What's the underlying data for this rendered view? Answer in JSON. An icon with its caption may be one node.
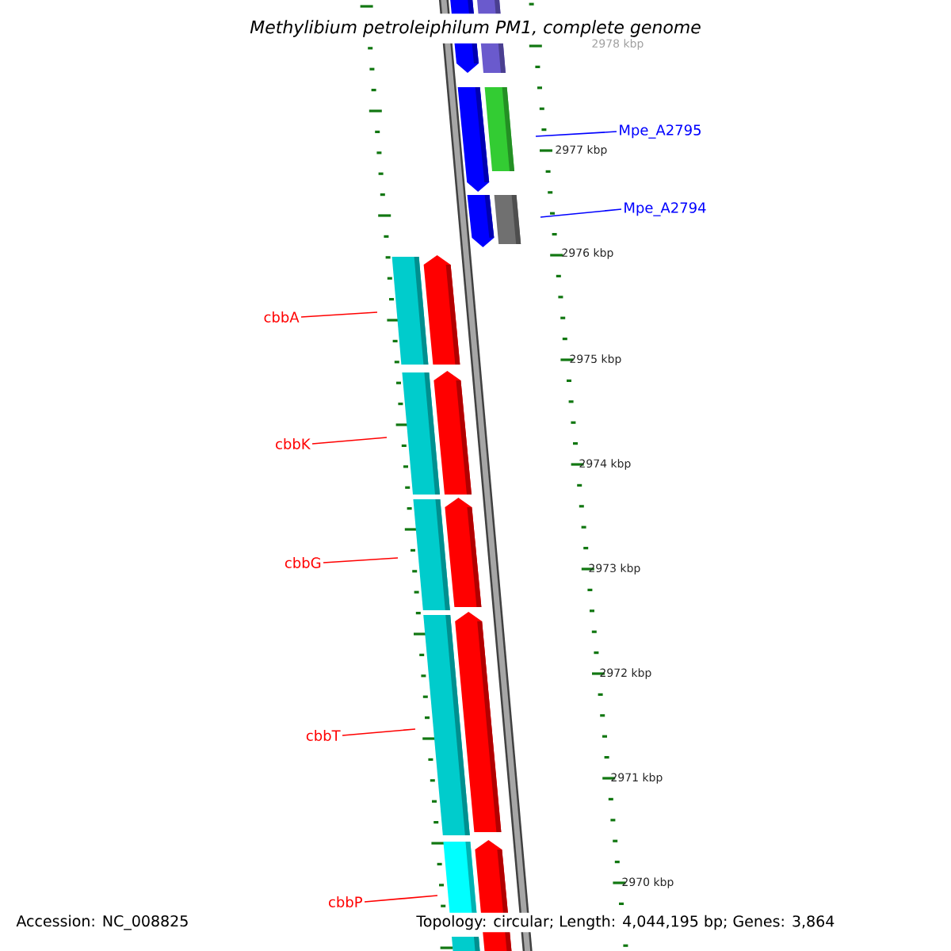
{
  "diagram": {
    "title": "Methylibium petroleiphilum PM1, complete genome",
    "nodes": [
      {
        "text": [
          "Mpe_A2795"
        ]
      },
      {
        "text": [
          "Mpe_A2794"
        ]
      },
      {
        "text": [
          "cbbA"
        ]
      },
      {
        "text": [
          "cbbK"
        ]
      },
      {
        "text": [
          "cbbG"
        ]
      },
      {
        "text": [
          "cbbT"
        ]
      },
      {
        "text": [
          "cbbP"
        ]
      }
    ],
    "edges": [
      {
        "from": 0,
        "to": null,
        "arrow": "none",
        "color": "#0000ff"
      },
      {
        "from": 1,
        "to": null,
        "arrow": "none",
        "color": "#0000ff"
      },
      {
        "from": 2,
        "to": null,
        "arrow": "none"
      },
      {
        "from": 3,
        "to": null,
        "arrow": "none"
      },
      {
        "from": 4,
        "to": null,
        "arrow": "none"
      },
      {
        "from": 5,
        "to": null,
        "arrow": "none"
      },
      {
        "from": 6,
        "to": null,
        "arrow": "none"
      }
    ],
    "labels": [
      "2978 kbp",
      "2977 kbp",
      "2976 kbp",
      "2975 kbp",
      "2974 kbp",
      "2973 kbp",
      "2972 kbp",
      "2971 kbp",
      "2970 kbp",
      "Accession: NC_008825",
      "Topology: circular; Length: 4,044,195 bp; Genes: 3,864"
    ]
  }
}
